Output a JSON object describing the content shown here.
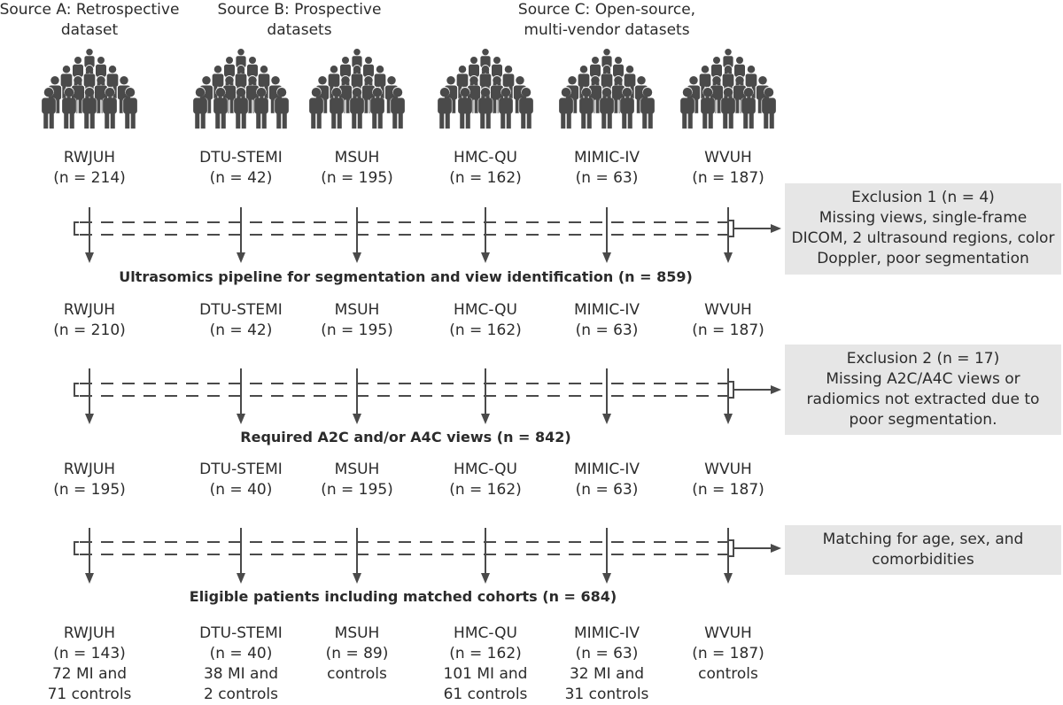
{
  "sources": [
    {
      "line1": "Source A: Retrospective",
      "line2": "dataset"
    },
    {
      "line1": "Source B: Prospective",
      "line2": "datasets"
    },
    {
      "line1": "Source C: Open-source,",
      "line2": "multi-vendor datasets"
    }
  ],
  "sites": [
    "RWJUH",
    "DTU-STEMI",
    "MSUH",
    "HMC-QU",
    "MIMIC-IV",
    "WVUH"
  ],
  "stages": [
    {
      "counts": [
        "(n = 214)",
        "(n = 42)",
        "(n = 195)",
        "(n = 162)",
        "(n = 63)",
        "(n = 187)"
      ]
    },
    {
      "counts": [
        "(n = 210)",
        "(n = 42)",
        "(n = 195)",
        "(n = 162)",
        "(n = 63)",
        "(n = 187)"
      ]
    },
    {
      "counts": [
        "(n = 195)",
        "(n = 40)",
        "(n = 195)",
        "(n = 162)",
        "(n = 63)",
        "(n = 187)"
      ]
    },
    {
      "counts": [
        "(n = 143)",
        "(n = 40)",
        "(n = 89)",
        "(n = 162)",
        "(n = 63)",
        "(n = 187)"
      ]
    }
  ],
  "final_details": [
    {
      "line1": "72 MI and",
      "line2": "71 controls"
    },
    {
      "line1": "38 MI and",
      "line2": "2 controls"
    },
    {
      "line1": "controls",
      "line2": ""
    },
    {
      "line1": "101 MI and",
      "line2": "61 controls"
    },
    {
      "line1": "32 MI and",
      "line2": "31 controls"
    },
    {
      "line1": "controls",
      "line2": ""
    }
  ],
  "steps": [
    "Ultrasomics pipeline for segmentation and view identification (n = 859)",
    "Required A2C and/or A4C views (n = 842)",
    "Eligible patients including matched cohorts (n = 684)"
  ],
  "side_boxes": [
    {
      "lines": [
        "Exclusion 1 (n = 4)",
        "Missing views, single-frame",
        "DICOM, 2 ultrasound regions, color",
        "Doppler, poor segmentation"
      ]
    },
    {
      "lines": [
        "Exclusion 2 (n = 17)",
        "Missing A2C/A4C views or",
        "radiomics not extracted due to",
        "poor segmentation."
      ]
    },
    {
      "lines": [
        "Matching for age, sex, and",
        "comorbidities"
      ]
    }
  ],
  "colors": {
    "ink": "#4a4a4a",
    "box_fill": "#e6e6e6",
    "text": "#2b2b2b"
  },
  "icons": [
    "people-crowd-icon"
  ]
}
